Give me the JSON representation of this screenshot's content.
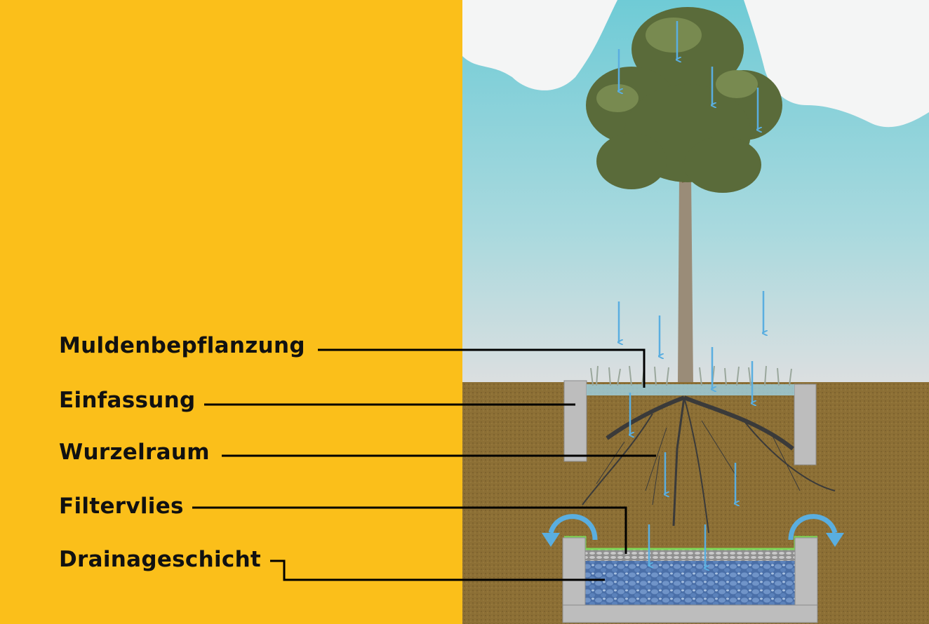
{
  "labels": {
    "muldenbepflanzung": "Muldenbepflanzung",
    "einfassung": "Einfassung",
    "wurzelraum": "Wurzelraum",
    "filtervlies": "Filtervlies",
    "drainageschicht": "Drainageschicht"
  },
  "colors": {
    "panel": "#fbbf1a",
    "arrow": "#5aaee0",
    "soil": "#8c6f35",
    "stone": "#bdbdbd",
    "fleece": "#7ed957"
  }
}
